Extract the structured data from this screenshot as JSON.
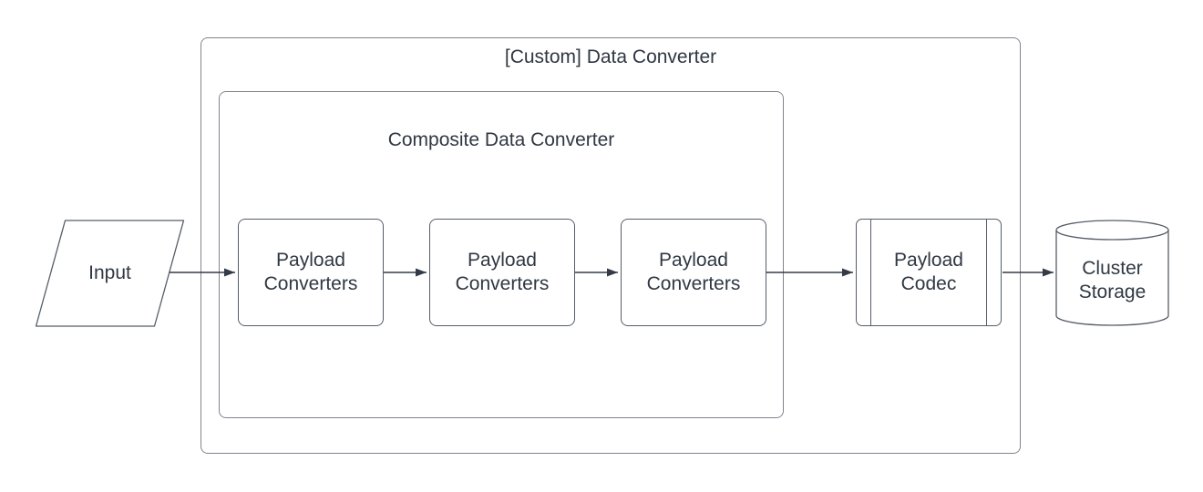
{
  "diagram": {
    "outer_container": {
      "label": "[Custom] Data Converter"
    },
    "inner_container": {
      "label": "Composite Data Converter"
    },
    "nodes": {
      "input": {
        "label": "Input",
        "shape": "parallelogram"
      },
      "payload_converters": [
        {
          "label": "Payload Converters"
        },
        {
          "label": "Payload Converters"
        },
        {
          "label": "Payload Converters"
        }
      ],
      "payload_codec": {
        "label": "Payload Codec",
        "shape": "predefined-process"
      },
      "cluster_storage": {
        "label": "Cluster Storage",
        "shape": "cylinder"
      }
    },
    "connections": [
      {
        "from": "input",
        "to": "payload-converters-1"
      },
      {
        "from": "payload-converters-1",
        "to": "payload-converters-2"
      },
      {
        "from": "payload-converters-2",
        "to": "payload-converters-3"
      },
      {
        "from": "payload-converters-3",
        "to": "payload-codec"
      },
      {
        "from": "payload-codec",
        "to": "cluster-storage"
      }
    ],
    "colors": {
      "background": "#ffffff",
      "text": "#2f3843",
      "shape_stroke": "#565d68",
      "container_stroke": "#80858d",
      "arrow": "#343b47"
    }
  }
}
